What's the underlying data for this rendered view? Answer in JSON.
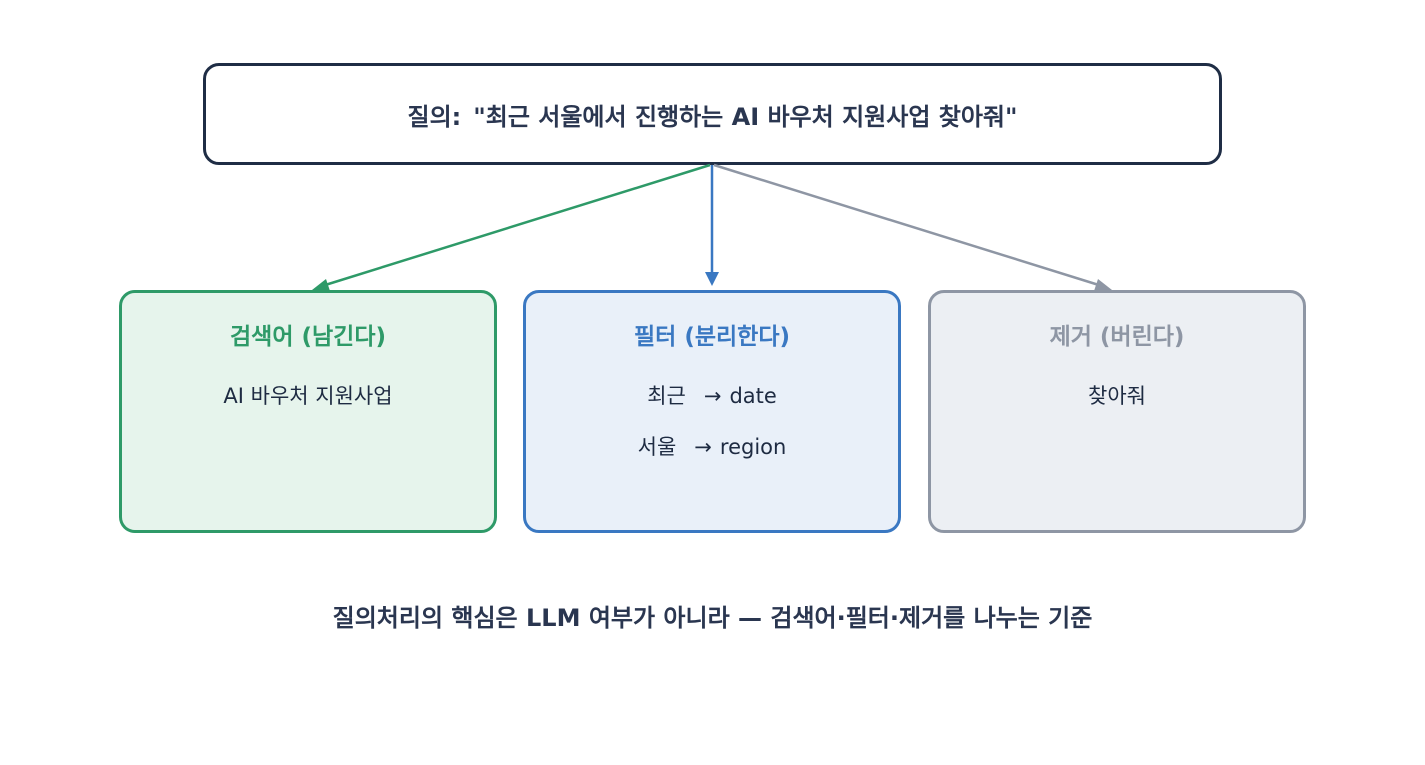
{
  "query": {
    "label": "질의:",
    "text": "\"최근 서울에서 진행하는 AI 바우처 지원사업 찾아줘\""
  },
  "cards": [
    {
      "title": "검색어 (남긴다)",
      "items": [
        {
          "term": "AI 바우처 지원사업"
        }
      ],
      "accent": "#2e9a68",
      "background": "#e6f4ec"
    },
    {
      "title": "필터 (분리한다)",
      "items": [
        {
          "term": "최근",
          "arrow": "→",
          "target": "date"
        },
        {
          "term": "서울",
          "arrow": "→",
          "target": "region"
        }
      ],
      "accent": "#3a78c2",
      "background": "#e9f0f9"
    },
    {
      "title": "제거 (버린다)",
      "items": [
        {
          "term": "찾아줘"
        }
      ],
      "accent": "#8e96a4",
      "background": "#eceff3"
    }
  ],
  "footer": "질의처리의 핵심은 LLM 여부가 아니라 — 검색어·필터·제거를 나누는 기준",
  "colors": {
    "query_border": "#1f2d45",
    "text": "#1e2b42"
  }
}
